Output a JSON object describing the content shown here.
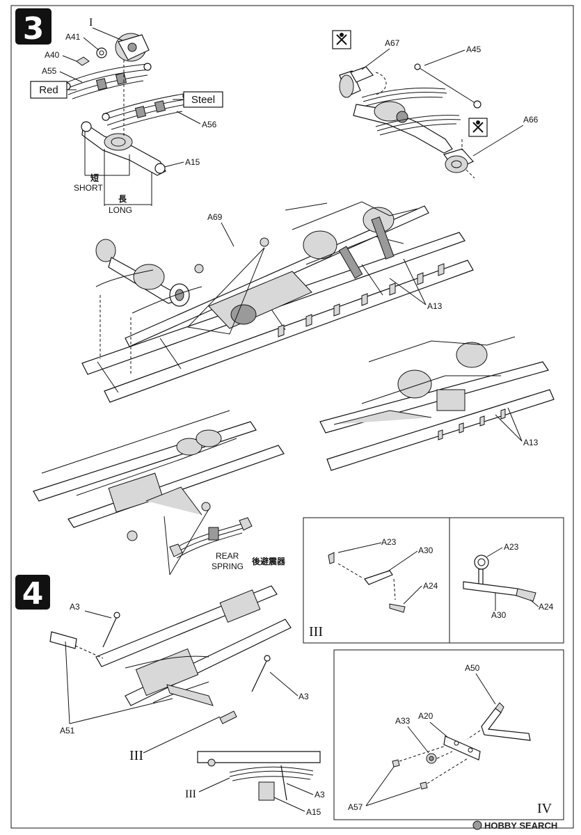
{
  "steps": [
    {
      "number": "3"
    },
    {
      "number": "4"
    }
  ],
  "step3": {
    "roman": "I",
    "labels": {
      "a41": "A41",
      "a40": "A40",
      "a55": "A55",
      "a56": "A56",
      "a15": "A15",
      "a67": "A67",
      "a45": "A45",
      "a66": "A66",
      "a69": "A69",
      "a13_main": "A13",
      "a13_detail": "A13"
    },
    "color_red": "Red",
    "color_steel": "Steel",
    "short_cjk": "短",
    "short_en": "SHORT",
    "long_cjk": "長",
    "long_en": "LONG",
    "rear_spring_line1": "REAR",
    "rear_spring_line2": "SPRING",
    "rear_spring_cjk": "後避震器"
  },
  "step4": {
    "labels": {
      "a3_top": "A3",
      "a3_right": "A3",
      "a51": "A51",
      "roman_iii_a": "III",
      "roman_iii_b": "III",
      "a3_bottom": "A3",
      "a15_bottom": "A15"
    }
  },
  "panel_iii_left": {
    "roman": "III",
    "labels": {
      "a23": "A23",
      "a30": "A30",
      "a24": "A24"
    }
  },
  "panel_iii_right": {
    "labels": {
      "a23": "A23",
      "a30": "A30",
      "a24": "A24"
    }
  },
  "panel_iv": {
    "roman": "IV",
    "labels": {
      "a50": "A50",
      "a20": "A20",
      "a33": "A33",
      "a57": "A57"
    }
  },
  "watermark": "HOBBY SEARCH",
  "icons": [
    "do-not-glue-icon",
    "do-not-glue-icon"
  ],
  "colors": {
    "ink": "#111111",
    "paper": "#ffffff"
  }
}
